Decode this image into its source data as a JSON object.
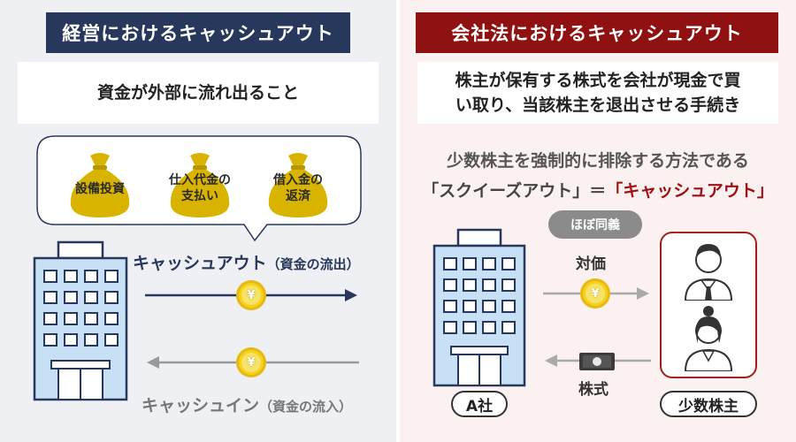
{
  "left": {
    "title": "経営におけるキャッシュアウト",
    "definition": "資金が外部に流れ出ること",
    "bags": [
      "設備投資",
      "仕入代金の\n支払い",
      "借入金の\n返済"
    ],
    "cash_out_label": "キャッシュアウト",
    "cash_out_note": "（資金の流出）",
    "cash_in_label": "キャッシュイン",
    "cash_in_note": "（資金の流入）",
    "coin_symbol": "¥"
  },
  "right": {
    "title": "会社法におけるキャッシュアウト",
    "definition_line1": "株主が保有する株式を会社が現金で買",
    "definition_line2": "い取り、当該株主を退出させる手続き",
    "desc_line1": "少数株主を強制的に排除する方法である",
    "desc_line2_a": "「スクイーズアウト」＝",
    "desc_line2_b": "「キャッシュアウト」",
    "badge": "ほぼ同義",
    "price_label": "対価",
    "stock_label": "株式",
    "company_label": "A社",
    "holders_label": "少数株主",
    "coin_symbol": "¥"
  },
  "colors": {
    "navy": "#27385c",
    "crimson": "#8f1111",
    "gold": "#f4d21e",
    "building_blue": "#c7e0f6"
  }
}
